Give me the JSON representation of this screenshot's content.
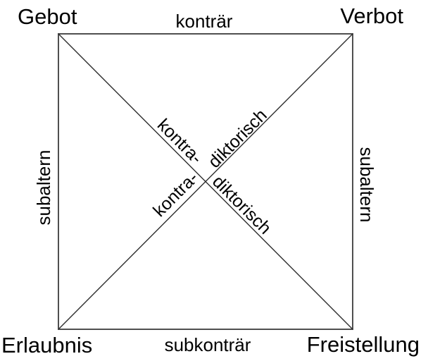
{
  "corners": {
    "top_left": "Gebot",
    "top_right": "Verbot",
    "bottom_left": "Erlaubnis",
    "bottom_right": "Freistellung"
  },
  "edges": {
    "top": "konträr",
    "bottom": "subkonträr",
    "left": "subaltern",
    "right": "subaltern"
  },
  "diagonals": {
    "descending_part1": "kontra-",
    "descending_part2": "diktorisch",
    "ascending_part1": "kontra-",
    "ascending_part2": "diktorisch"
  },
  "colors": {
    "square_line": "#4f4f4f",
    "diagonal_line": "#2e2e2e",
    "text": "#000000",
    "background": "#ffffff"
  }
}
